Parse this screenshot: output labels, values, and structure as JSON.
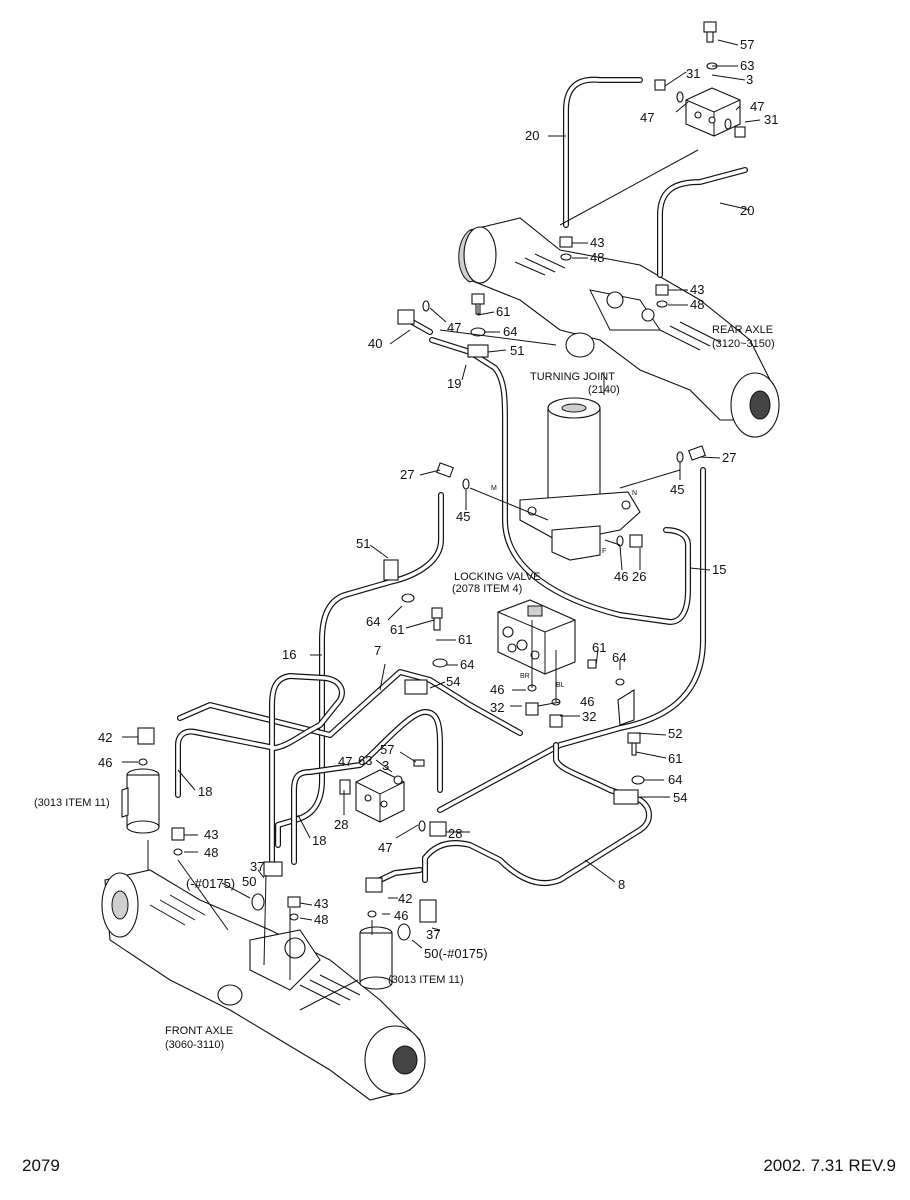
{
  "assemblies": {
    "rear_axle": {
      "name": "REAR AXLE",
      "range": "(3120~3150)"
    },
    "front_axle": {
      "name": "FRONT AXLE",
      "range": "(3060-3110)"
    },
    "turning_joint": {
      "name": "TURNING JOINT",
      "ref": "(2140)"
    },
    "locking_valve": {
      "name": "LOCKING VALVE",
      "ref": "(2078 ITEM 4)"
    },
    "cylinder_left": {
      "ref": "(3013 ITEM 11)"
    },
    "cylinder_right": {
      "ref": "(3013 ITEM 11)"
    }
  },
  "port_marks": {
    "m": "M",
    "n": "N",
    "f": "F",
    "br": "BR",
    "bl": "BL"
  },
  "callouts": {
    "c57a": "57",
    "c63a": "63",
    "c3a": "3",
    "c31a": "31",
    "c47a": "47",
    "c47b": "47",
    "c31b": "31",
    "c20a": "20",
    "c20b": "20",
    "c43a": "43",
    "c48a": "48",
    "c43b": "43",
    "c48b": "48",
    "c61a": "61",
    "c47c": "47",
    "c64a": "64",
    "c51a": "51",
    "c40": "40",
    "c19": "19",
    "c27a": "27",
    "c45a": "45",
    "c45b": "45",
    "c27b": "27",
    "c15": "15",
    "c46a": "46",
    "c26": "26",
    "c51b": "51",
    "c64b": "64",
    "c61b": "61",
    "c61c": "61",
    "c16": "16",
    "c7": "7",
    "c64c": "64",
    "c54a": "54",
    "c46b": "46",
    "c32a": "32",
    "c46c": "46",
    "c32b": "32",
    "c61d": "61",
    "c64d": "64",
    "c52": "52",
    "c61e": "61",
    "c64e": "64",
    "c54b": "54",
    "c42a": "42",
    "c46d": "46",
    "c18a": "18",
    "c43c": "43",
    "c48c": "48",
    "c18b": "18",
    "c63b": "63",
    "c57b": "57",
    "c47d": "47",
    "c3b": "3",
    "c28a": "28",
    "c47e": "47",
    "c28b": "28",
    "c8": "8",
    "c37a": "37",
    "c50a": "50",
    "c43d": "43",
    "c48d": "48",
    "c42b": "42",
    "c46e": "46",
    "c37b": "37",
    "c50b": "50(-#0175)",
    "c0175a": "(-#0175)"
  },
  "footer": {
    "page": "2079",
    "date_rev": "2002. 7.31  REV.9"
  }
}
